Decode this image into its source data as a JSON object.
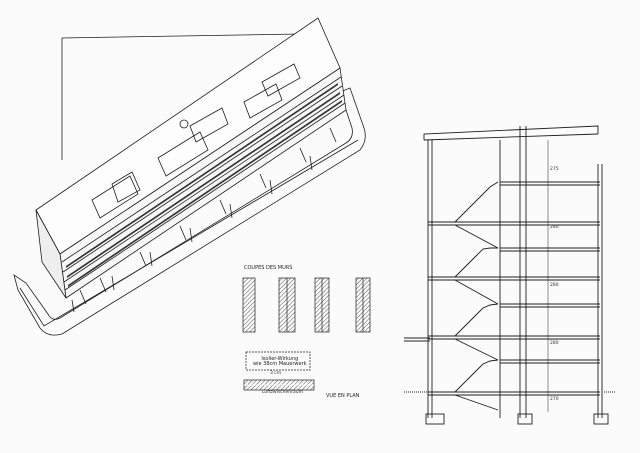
{
  "labels": {
    "coupe_title": "COUPES DES MURS",
    "vue_en_plan": "VUE EN PLAN",
    "isolier_line1": "Isolier-Wirkung",
    "isolier_line2": "wie 38cm Mauerwerk",
    "plan_dim": "3 cm",
    "plan_sub": "Luftzwischenraum"
  },
  "section_dims": [
    "275",
    "280",
    "280",
    "280",
    "270"
  ],
  "colors": {
    "ink": "#1f1f1f",
    "paper": "#fbfbfb",
    "hatch": "#555555"
  }
}
